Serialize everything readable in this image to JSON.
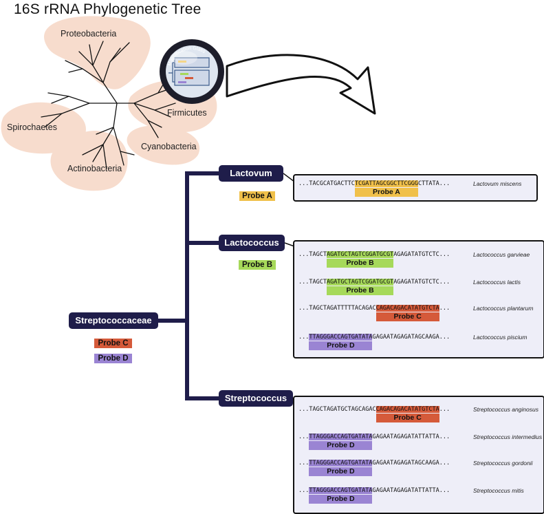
{
  "title": "16S rRNA Phylogenetic Tree",
  "magnifier_label": "Magnification Glass",
  "phyla": [
    "Proteobacteria",
    "Spirochaetes",
    "Firmicutes",
    "Cyanobacteria",
    "Actinobacteria"
  ],
  "colors": {
    "blob": "#f7dccd",
    "node": "#1f1d4a",
    "probeA": "#f0c04a",
    "probeB": "#a6d95a",
    "probeC": "#d55a3a",
    "probeD": "#9a84d3",
    "panel_bg": "#eeeef8"
  },
  "root": {
    "name": "Streptococcaceae",
    "probes": [
      "Probe C",
      "Probe D"
    ]
  },
  "genera": [
    {
      "name": "Lactovum",
      "probes": [
        "Probe A"
      ],
      "sequences": [
        {
          "pre": "...TACGCATGACTTC",
          "hl": "TCGATTAGCGGCTTCGGG",
          "post": "CTTATA...",
          "probe": "Probe A",
          "probe_key": "A",
          "species": "Lactovum miscens"
        }
      ]
    },
    {
      "name": "Lactococcus",
      "probes": [
        "Probe B"
      ],
      "sequences": [
        {
          "pre": "...TAGCT",
          "hl": "AGATGCTAGTCGGATGCGT",
          "post": "AGAGATATGTCTC...",
          "probe": "Probe B",
          "probe_key": "B",
          "species": "Lactococcus garvieae"
        },
        {
          "pre": "...TAGCT",
          "hl": "AGATGCTAGTCGGATGCGT",
          "post": "AGAGATATGTCTC...",
          "probe": "Probe B",
          "probe_key": "B",
          "species": "Lactococcus lactis"
        },
        {
          "pre": "...TAGCTAGATTTTTACAGAC",
          "hl": "CAGACAGACATATGTCTA",
          "post": "...",
          "probe": "Probe C",
          "probe_key": "C",
          "species": "Lactococcus plantarum"
        },
        {
          "pre": "...",
          "hl": "TTAGGGACCAGTGATATA",
          "post": "GAGAATAGAGATAGCAAGA...",
          "probe": "Probe D",
          "probe_key": "D",
          "species": "Lactococcus piscium"
        }
      ]
    },
    {
      "name": "Streptococcus",
      "probes": [],
      "sequences": [
        {
          "pre": "...TAGCTAGATGCTAGCAGAC",
          "hl": "CAGACAGACATATGTCTA",
          "post": "...",
          "probe": "Probe C",
          "probe_key": "C",
          "species": "Streptococcus anginosus"
        },
        {
          "pre": "...",
          "hl": "TTAGGGACCAGTGATATA",
          "post": "GAGAATAGAGATATTATTA...",
          "probe": "Probe D",
          "probe_key": "D",
          "species": "Streptococcus intermedius"
        },
        {
          "pre": "...",
          "hl": "TTAGGGACCAGTGATATA",
          "post": "GAGAATAGAGATAGCAAGA...",
          "probe": "Probe D",
          "probe_key": "D",
          "species": "Streptococcus gordonii"
        },
        {
          "pre": "...",
          "hl": "TTAGGGACCAGTGATATA",
          "post": "GAGAATAGAGATATTATTA...",
          "probe": "Probe D",
          "probe_key": "D",
          "species": "Streptococcus mitis"
        }
      ]
    }
  ]
}
